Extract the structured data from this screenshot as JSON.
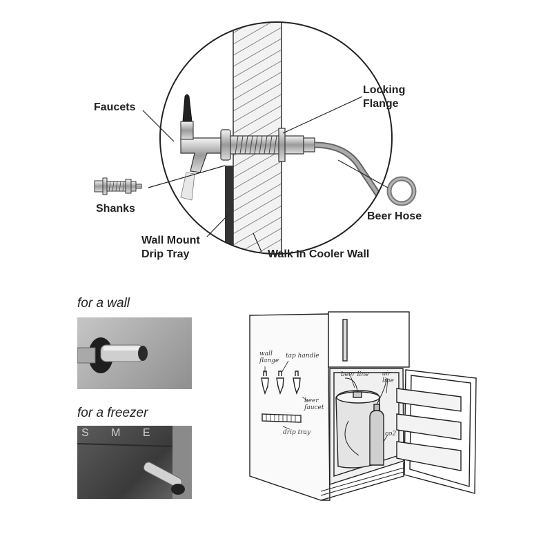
{
  "top_diagram": {
    "labels": {
      "faucets": "Faucets",
      "shanks": "Shanks",
      "drip_tray": "Wall Mount\nDrip Tray",
      "locking_flange": "Locking\nFlange",
      "beer_hose": "Beer Hose",
      "cooler_wall": "Walk In Cooler Wall"
    }
  },
  "photos": {
    "wall_caption": "for a wall",
    "freezer_caption": "for a freezer",
    "freezer_lettering": "S M E"
  },
  "fridge_sketch": {
    "labels": {
      "wall_flange": "wall\nflange",
      "tap_handle": "tap handle",
      "beer_faucet": "beer\nfaucet",
      "drip_tray": "drip tray",
      "beer_line": "beer line",
      "air_line": "air\nline",
      "co2": "co2"
    }
  }
}
